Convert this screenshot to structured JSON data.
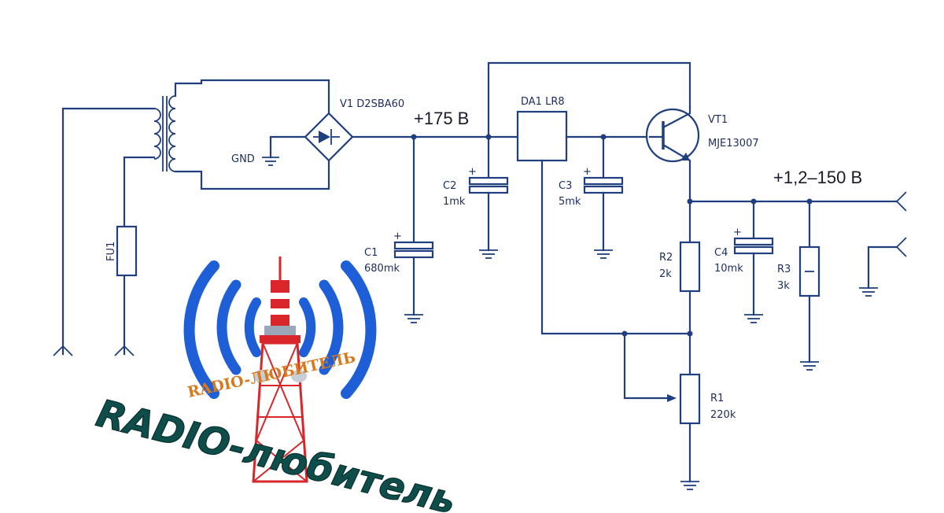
{
  "colors": {
    "wire": "#1f3f7f",
    "wave": "#1e5fd8",
    "tower_red": "#d8262b",
    "logo_text": "#0f4d4a"
  },
  "labels": {
    "bridge": "V1 D2SBA60",
    "gnd": "GND",
    "fuse": "FU1",
    "v_in": "+175 В",
    "regulator": "DA1  LR8",
    "transistor_ref": "VT1",
    "transistor_part": "MJE13007",
    "v_out": "+1,2–150 В",
    "c1_ref": "C1",
    "c1_val": "680mk",
    "c2_ref": "C2",
    "c2_val": "1mk",
    "c3_ref": "C3",
    "c3_val": "5mk",
    "c4_ref": "C4",
    "c4_val": "10mk",
    "r1_ref": "R1",
    "r1_val": "220k",
    "r2_ref": "R2",
    "r2_val": "2k",
    "r3_ref": "R3",
    "r3_val": "3k"
  },
  "logo": {
    "main_text": "RADIO-любитель",
    "sub_text": "RADIO-ЛЮБИТЕЛЬ",
    "icon": "radio-tower-icon"
  }
}
